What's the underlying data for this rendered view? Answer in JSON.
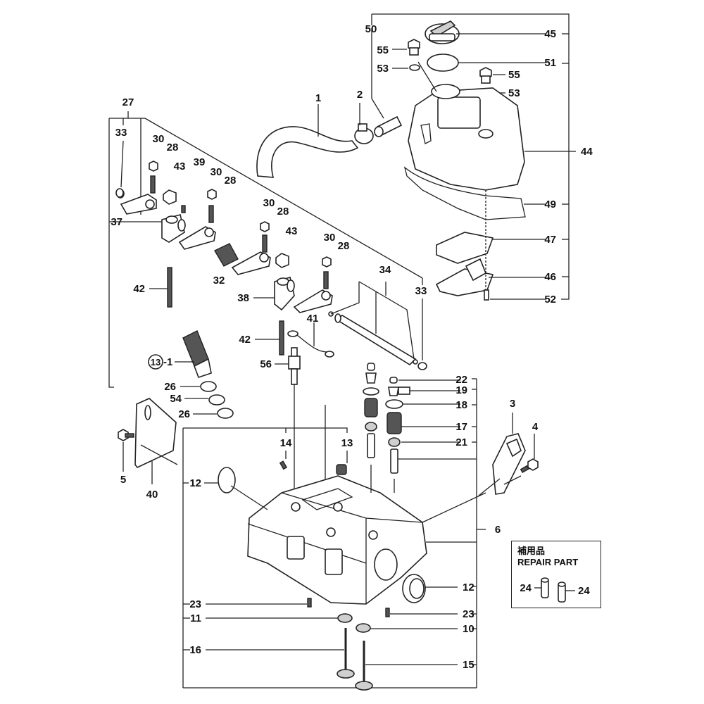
{
  "diagram": {
    "title": "Cylinder Head / Rocker Arm / Bonnet Exploded Parts View",
    "repair_part": {
      "title_jp": "補用品",
      "title_en": "REPAIR PART",
      "callouts": [
        "24",
        "24"
      ]
    },
    "callouts": {
      "c1": "1",
      "c2": "2",
      "c3": "3",
      "c4": "4",
      "c5": "5",
      "c6": "6",
      "c10": "10",
      "c11": "11",
      "c12a": "12",
      "c12b": "12",
      "c13": "13",
      "c13_1_circle": "13",
      "c13_1_suffix": "-1",
      "c14": "14",
      "c15": "15",
      "c16": "16",
      "c17": "17",
      "c18": "18",
      "c19": "19",
      "c21": "21",
      "c22": "22",
      "c23a": "23",
      "c23b": "23",
      "c26a": "26",
      "c26b": "26",
      "c27": "27",
      "c28a": "28",
      "c28b": "28",
      "c28c": "28",
      "c28d": "28",
      "c30a": "30",
      "c30b": "30",
      "c30c": "30",
      "c30d": "30",
      "c32": "32",
      "c33a": "33",
      "c33b": "33",
      "c34": "34",
      "c37": "37",
      "c38": "38",
      "c39": "39",
      "c40": "40",
      "c41": "41",
      "c42a": "42",
      "c42b": "42",
      "c43a": "43",
      "c43b": "43",
      "c44": "44",
      "c45": "45",
      "c46": "46",
      "c47": "47",
      "c49": "49",
      "c50": "50",
      "c51": "51",
      "c52": "52",
      "c53a": "53",
      "c53b": "53",
      "c54": "54",
      "c55a": "55",
      "c55b": "55",
      "c56": "56"
    }
  }
}
